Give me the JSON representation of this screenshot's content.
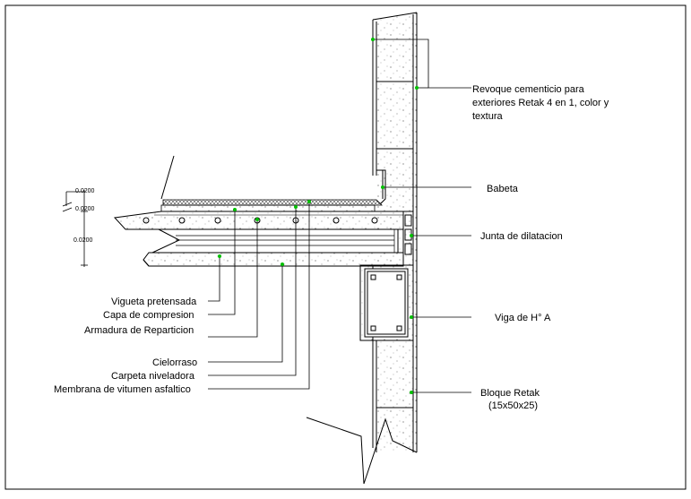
{
  "labels": {
    "revoque_line1": "Revoque cementicio para",
    "revoque_line2": "exteriores Retak 4 en 1, color y",
    "revoque_line3": "textura",
    "babeta": "Babeta",
    "junta": "Junta de dilatacion",
    "viga": "Viga de H° A",
    "bloque_line1": "Bloque Retak",
    "bloque_line2": "(15x50x25)",
    "vigueta": "Vigueta pretensada",
    "capa": "Capa de compresion",
    "armadura": "Armadura de Reparticion",
    "cielorraso": "Cielorraso",
    "carpeta": "Carpeta niveladora",
    "membrana": "Membrana de vitumen asfaltico"
  },
  "dimensions": {
    "d1": "0.0200",
    "d2": "0.0200",
    "d3": "0.0200"
  },
  "colors": {
    "line": "#000000",
    "leader_dot": "#00c000",
    "background": "#ffffff"
  }
}
